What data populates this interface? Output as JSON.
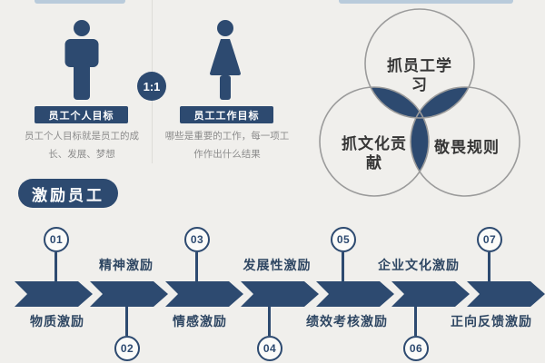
{
  "colors": {
    "navy": "#2d4a70",
    "background": "#f0efec",
    "gray-text": "#8c8c8c",
    "label-dark": "#2f4763",
    "outline": "#9b9b9b",
    "cutbar": "#b9cbdb",
    "venn-text": "#363636"
  },
  "goals": {
    "ratio": "1:1",
    "personal": {
      "title": "员工个人目标",
      "desc1": "员工个人目标就是员工的成",
      "desc2": "长、发展、梦想"
    },
    "work": {
      "title": "员工工作目标",
      "desc1": "哪些是重要的工作，每一项工",
      "desc2": "作作出什么结果"
    }
  },
  "venn": {
    "top": "抓员工学习",
    "left": "抓文化贡献",
    "right": "敬畏规则"
  },
  "motivation": {
    "header": "激励员工",
    "stages": [
      {
        "num": "01",
        "label": "物质激励",
        "label_position": "below"
      },
      {
        "num": "02",
        "label": "精神激励",
        "label_position": "above"
      },
      {
        "num": "03",
        "label": "情感激励",
        "label_position": "below"
      },
      {
        "num": "04",
        "label": "发展性激励",
        "label_position": "above"
      },
      {
        "num": "05",
        "label": "绩效考核激励",
        "label_position": "below"
      },
      {
        "num": "06",
        "label": "企业文化激励",
        "label_position": "above"
      },
      {
        "num": "07",
        "label": "正向反馈激励",
        "label_position": "below"
      }
    ]
  }
}
